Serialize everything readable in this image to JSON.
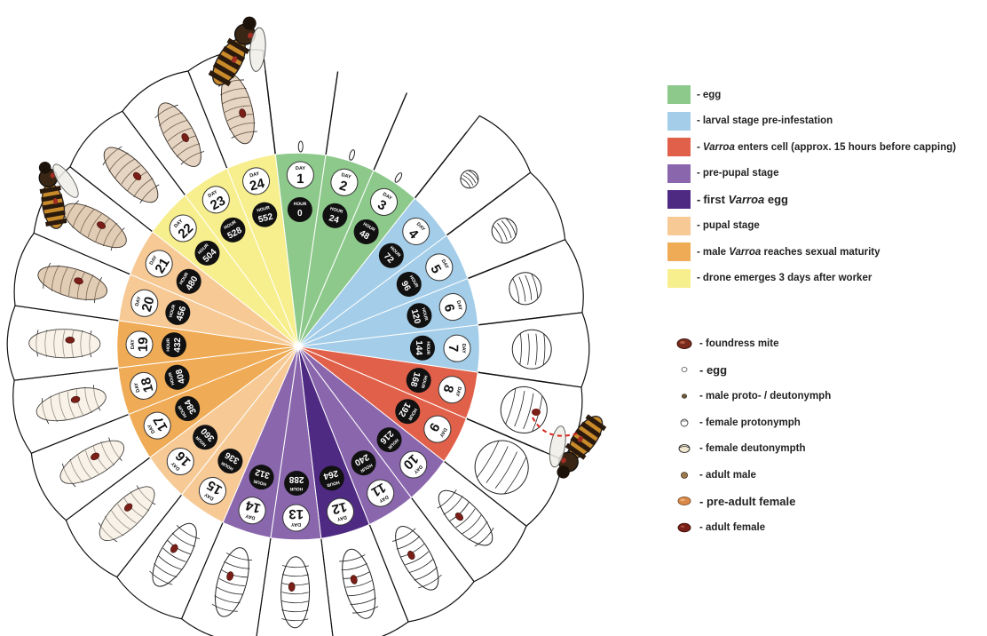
{
  "colors": {
    "egg": "#8dc98b",
    "larval": "#a3cde8",
    "varroa_enters": "#e1604a",
    "prepupal": "#8a66ad",
    "first_egg": "#4f2a83",
    "pupal": "#f6c995",
    "male_mature": "#efab55",
    "drone": "#f7ef8d"
  },
  "wheel": {
    "segments": [
      {
        "stage": "egg",
        "day": "1",
        "hour": "0"
      },
      {
        "stage": "egg",
        "day": "2",
        "hour": "24"
      },
      {
        "stage": "egg",
        "day": "3",
        "hour": "48"
      },
      {
        "stage": "larval",
        "day": "4",
        "hour": "72"
      },
      {
        "stage": "larval",
        "day": "5",
        "hour": "96"
      },
      {
        "stage": "larval",
        "day": "6",
        "hour": "120"
      },
      {
        "stage": "larval",
        "day": "7",
        "hour": "144"
      },
      {
        "stage": "varroa_enters",
        "day": "8",
        "hour": "168"
      },
      {
        "stage": "varroa_enters",
        "day": "9",
        "hour": "192"
      },
      {
        "stage": "prepupal",
        "day": "10",
        "hour": "216"
      },
      {
        "stage": "prepupal",
        "day": "11",
        "hour": "240"
      },
      {
        "stage": "first_egg",
        "day": "12",
        "hour": "264"
      },
      {
        "stage": "prepupal",
        "day": "13",
        "hour": "288"
      },
      {
        "stage": "prepupal",
        "day": "14",
        "hour": "312"
      },
      {
        "stage": "pupal",
        "day": "15",
        "hour": "336"
      },
      {
        "stage": "pupal",
        "day": "16",
        "hour": "360"
      },
      {
        "stage": "male_mature",
        "day": "17",
        "hour": "384"
      },
      {
        "stage": "male_mature",
        "day": "18",
        "hour": "408"
      },
      {
        "stage": "male_mature",
        "day": "19",
        "hour": "432"
      },
      {
        "stage": "pupal",
        "day": "20",
        "hour": "456"
      },
      {
        "stage": "pupal",
        "day": "21",
        "hour": "480"
      },
      {
        "stage": "drone",
        "day": "22",
        "hour": "504"
      },
      {
        "stage": "drone",
        "day": "23",
        "hour": "528"
      },
      {
        "stage": "drone",
        "day": "24",
        "hour": "552"
      }
    ],
    "day_word": "DAY",
    "hour_word": "HOUR"
  },
  "legend": {
    "egg": "egg",
    "larval": "larval stage pre-infestation",
    "varroa_word": "Varroa",
    "varroa_enters_rest": "enters cell (approx. 15 hours before capping)",
    "prepupal": "pre-pupal stage",
    "first_prefix": "first",
    "first_suffix": "egg",
    "pupal": "pupal stage",
    "male_prefix": "male",
    "male_rest": "reaches sexual maturity",
    "drone": "drone emerges 3 days after worker"
  },
  "mite_legend": [
    {
      "label": "foundress mite",
      "icon": "foundress-mite-icon",
      "color": "#7a2a1c"
    },
    {
      "label": "egg",
      "icon": "mite-egg-icon",
      "color": "#ffffff"
    },
    {
      "label": "male proto- / deutonymph",
      "icon": "male-nymph-icon",
      "color": "#6d5a3a"
    },
    {
      "label": "female protonymph",
      "icon": "female-protonymph-icon",
      "color": "#ffffff"
    },
    {
      "label": "female deutonympth",
      "icon": "female-deutonymph-icon",
      "color": "#f1e6cf"
    },
    {
      "label": "adult male",
      "icon": "adult-male-icon",
      "color": "#9b7a4e"
    },
    {
      "label": "pre-adult female",
      "icon": "pre-adult-female-icon",
      "color": "#d98a4a"
    },
    {
      "label": "adult female",
      "icon": "adult-female-icon",
      "color": "#7a1f18"
    }
  ]
}
